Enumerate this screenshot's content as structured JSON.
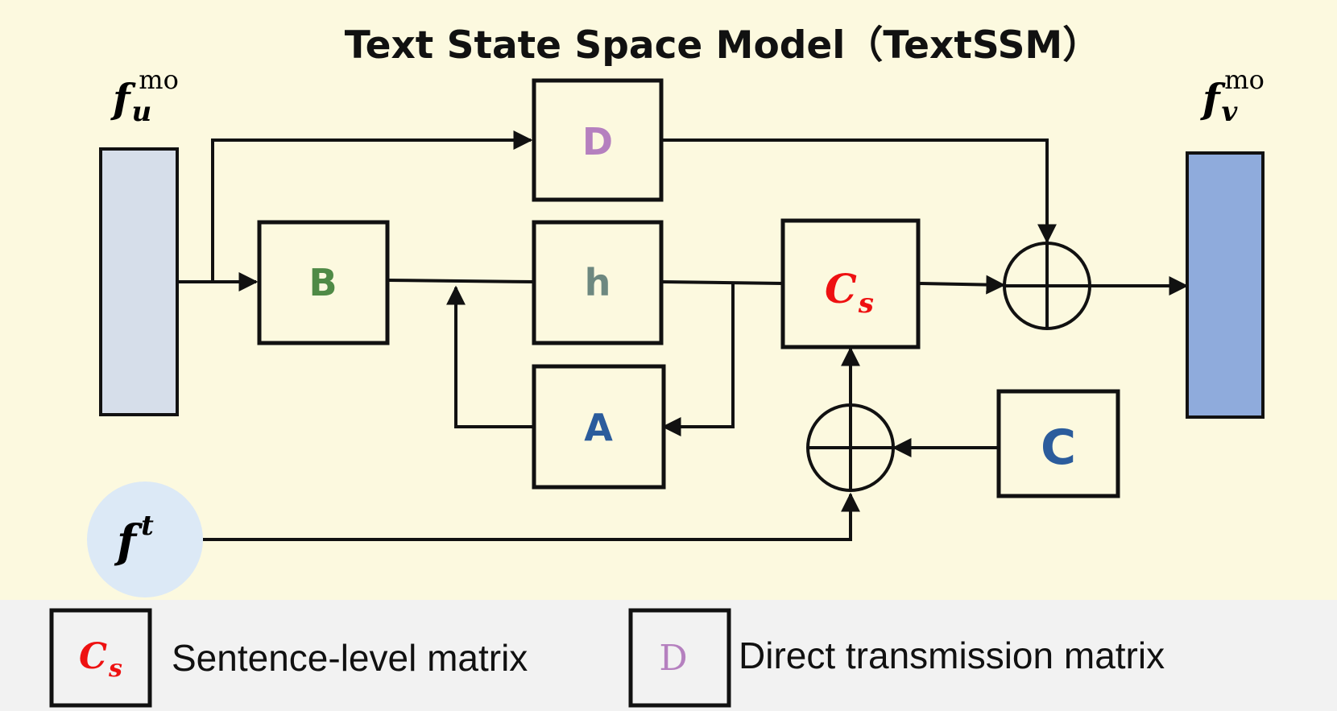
{
  "title": "Text State Space Model（TextSSM）",
  "inputs": {
    "fu_base": "f",
    "fu_sub": "u",
    "fu_sup": "mo",
    "fv_base": "f",
    "fv_sub": "v",
    "fv_sup": "mo",
    "ft_base": "f",
    "ft_sup": "t"
  },
  "blocks": {
    "D": "D",
    "B": "B",
    "h": "h",
    "A": "A",
    "Cs_base": "C",
    "Cs_sub": "s",
    "C": "C"
  },
  "legend": {
    "cs_base": "C",
    "cs_sub": "s",
    "cs_desc": "Sentence-level matrix",
    "d_symbol": "D",
    "d_desc": "Direct transmission matrix"
  },
  "colors": {
    "background": "#fcf9df",
    "legend_background": "#f2f2f2",
    "input_bar": "#d6deea",
    "output_bar": "#8fabdc",
    "text_circle": "#dce9f6",
    "D": "#b580bf",
    "B": "#4f8a46",
    "h": "#6d8880",
    "A": "#2b5c9c",
    "Cs": "#ee1111",
    "C": "#2b5c9c"
  }
}
